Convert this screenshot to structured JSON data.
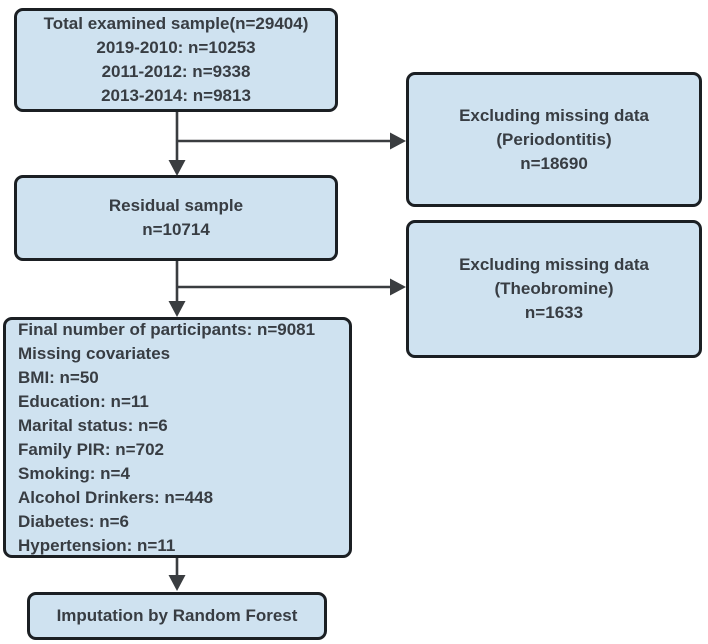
{
  "flow": {
    "total_box": {
      "lines": [
        "Total examined sample(n=29404)",
        "2019-2010: n=10253",
        "2011-2012: n=9338",
        "2013-2014: n=9813"
      ]
    },
    "excl_periodontitis_box": {
      "lines": [
        "Excluding missing data",
        "(Periodontitis)",
        "n=18690"
      ]
    },
    "residual_box": {
      "lines": [
        "Residual sample",
        "n=10714"
      ]
    },
    "excl_theobromine_box": {
      "lines": [
        "Excluding missing data",
        "(Theobromine)",
        "n=1633"
      ]
    },
    "final_box": {
      "lines": [
        "Final number of participants: n=9081",
        "Missing covariates",
        "BMI: n=50",
        "Education: n=11",
        "Marital status: n=6",
        "Family PIR: n=702",
        "Smoking: n=4",
        "Alcohol Drinkers: n=448",
        "Diabetes: n=6",
        "Hypertension: n=11"
      ]
    },
    "imputation_box": {
      "lines": [
        "Imputation by Random Forest"
      ]
    }
  },
  "colors": {
    "box_fill": "#cfe2f0",
    "box_border": "#1b1f23",
    "text": "#383d43",
    "arrow": "#3a3d40",
    "background": "#ffffff"
  }
}
